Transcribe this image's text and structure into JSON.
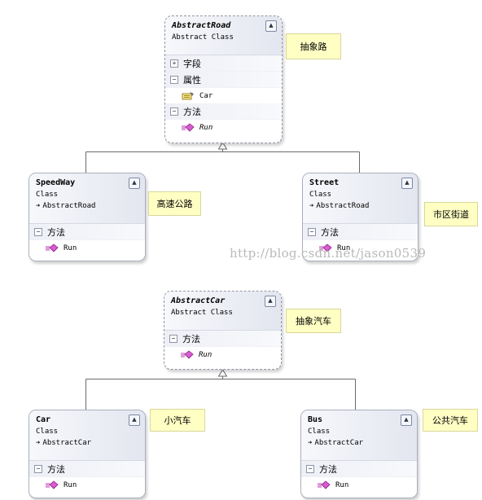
{
  "road_group": {
    "abstract": {
      "name": "AbstractRoad",
      "stereotype": "Abstract Class",
      "sections": [
        {
          "label": "字段"
        },
        {
          "label": "属性",
          "members": [
            "Car"
          ]
        },
        {
          "label": "方法",
          "members": [
            "Run"
          ]
        }
      ],
      "note": "抽象路"
    },
    "speedway": {
      "name": "SpeedWay",
      "stereotype": "Class",
      "base": "AbstractRoad",
      "method_section": "方法",
      "method": "Run",
      "note": "高速公路"
    },
    "street": {
      "name": "Street",
      "stereotype": "Class",
      "base": "AbstractRoad",
      "method_section": "方法",
      "method": "Run",
      "note": "市区街道"
    }
  },
  "car_group": {
    "abstract": {
      "name": "AbstractCar",
      "stereotype": "Abstract Class",
      "method_section": "方法",
      "method": "Run",
      "note": "抽象汽车"
    },
    "car": {
      "name": "Car",
      "stereotype": "Class",
      "base": "AbstractCar",
      "method_section": "方法",
      "method": "Run",
      "note": "小汽车"
    },
    "bus": {
      "name": "Bus",
      "stereotype": "Class",
      "base": "AbstractCar",
      "method_section": "方法",
      "method": "Run",
      "note": "公共汽车"
    }
  },
  "watermark": "http://blog.csdn.net/jason0539",
  "colors": {
    "note_bg": "#ffffc4",
    "header_grad": "#e3e6f0",
    "method_icon": "#c23bb8",
    "property_icon": "#d9b93a"
  }
}
